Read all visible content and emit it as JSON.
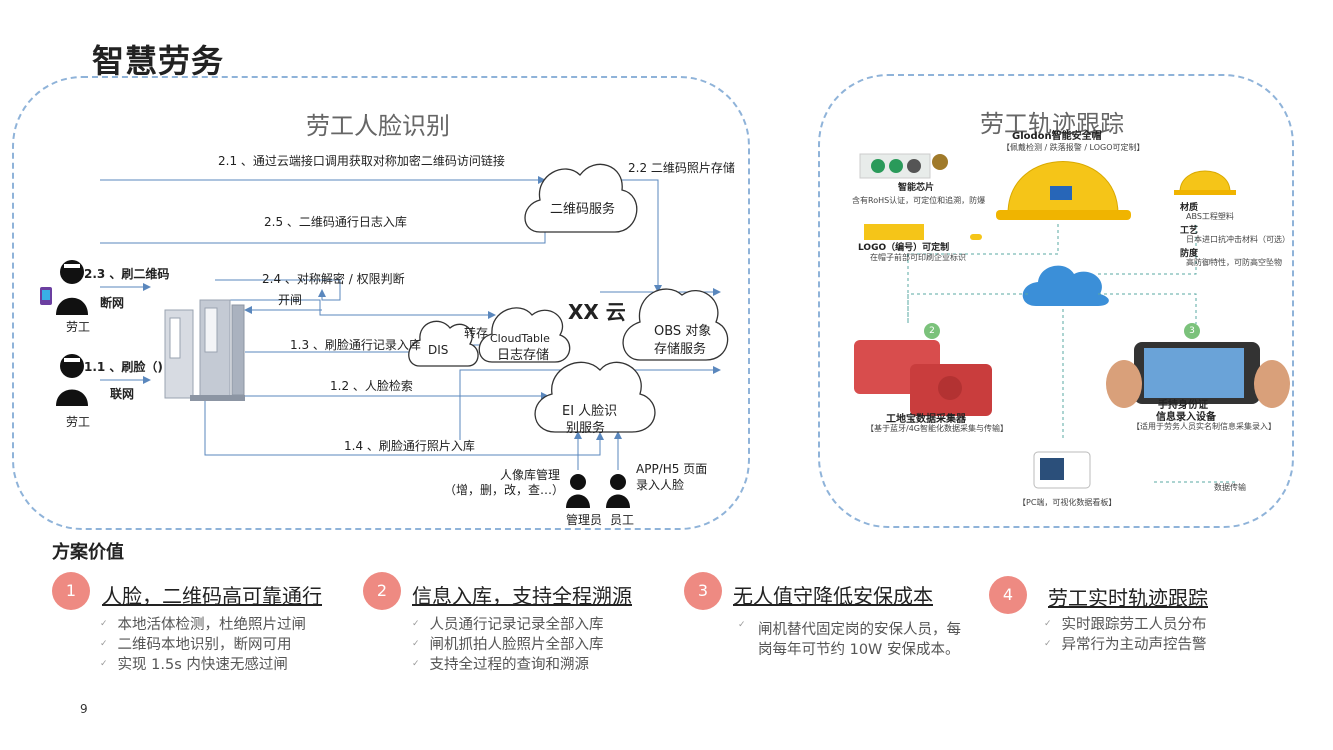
{
  "page_title": "智慧劳务",
  "left_panel": {
    "title": "劳工人脸识别",
    "worker1": {
      "label": "劳工",
      "action": "2.3 、刷二维码",
      "mode": "断网"
    },
    "worker2": {
      "label": "劳工",
      "action": "1.1 、刷脸（)",
      "mode": "联网"
    },
    "arrow_labels": {
      "a21": "2.1 、通过云端接口调用获取对称加密二维码访问链接",
      "a22": "2.2 二维码照片存储",
      "a25": "2.5 、二维码通行日志入库",
      "a24": "2.4 、对称解密  /  权限判断",
      "open": "开闸",
      "a13": "1.3 、刷脸通行记录入库",
      "transfer": "转存",
      "a12": "1.2 、人脸检索",
      "a14": "1.4 、刷脸通行照片入库",
      "library": "人像库管理",
      "library_ops": "（增，删，改，查…）",
      "app": "APP/H5 页面",
      "app2": "录入人脸"
    },
    "clouds": {
      "qr": "二维码服务",
      "dis": "DIS",
      "cloudtable1": "CloudTable",
      "cloudtable2": "日志存储",
      "obs1": "OBS 对象",
      "obs2": "存储服务",
      "ei1": "EI 人脸识",
      "ei2": "别服务"
    },
    "xx_cloud": "XX 云",
    "admin": "管理员",
    "staff": "员工"
  },
  "right_panel": {
    "title": "劳工轨迹跟踪",
    "helmet_brand": "Glodon智能安全帽",
    "helmet_sub": "【佩戴检测 / 跌落报警 / LOGO可定制】",
    "chip": "智能芯片",
    "chip_desc": "含有RoHS认证，可定位和追溯，防爆",
    "logo": "LOGO（编号）可定制",
    "logo_desc": "在帽子前部可印刷企业标识",
    "spec1": "材质",
    "spec1_desc": "ABS工程塑料",
    "spec2": "工艺",
    "spec2_desc": "日本进口抗冲击材料（可选）",
    "spec3": "防度",
    "spec3_desc": "高防御特性，可防高空坠物",
    "badge2": "2",
    "badge3": "3",
    "collector": "工地宝数据采集器",
    "collector_desc": "【基于蓝牙/4G智能化数据采集与传输】",
    "handheld": "手持身份证",
    "handheld2": "信息录入设备",
    "handheld_desc": "【适用于劳务人员实名制信息采集录入】",
    "pc_desc": "【PC端，可视化数据看板】",
    "data_sync": "数据传输"
  },
  "value_section": {
    "title": "方案价值",
    "items": [
      {
        "num": "1",
        "heading": "人脸，二维码高可靠通行",
        "bullets": [
          "本地活体检测，杜绝照片过闸",
          "二维码本地识别，断网可用",
          "实现 1.5s 内快速无感过闸"
        ]
      },
      {
        "num": "2",
        "heading": "信息入库，支持全程溯源",
        "bullets": [
          "人员通行记录记录全部入库",
          "闸机抓拍人脸照片全部入库",
          "支持全过程的查询和溯源"
        ]
      },
      {
        "num": "3",
        "heading": "无人值守降低安保成本",
        "paragraph": "闸机替代固定岗的安保人员，每岗每年可节约 10W 安保成本。"
      },
      {
        "num": "4",
        "heading": "劳工实时轨迹跟踪",
        "bullets": [
          "实时跟踪劳工人员分布",
          "异常行为主动声控告警"
        ]
      }
    ]
  },
  "page_number": "9",
  "colors": {
    "accent_circle": "#ee8a82",
    "dashed_border": "#8fb3d9",
    "arrow": "#5a87bd",
    "helmet": "#f5c518"
  }
}
